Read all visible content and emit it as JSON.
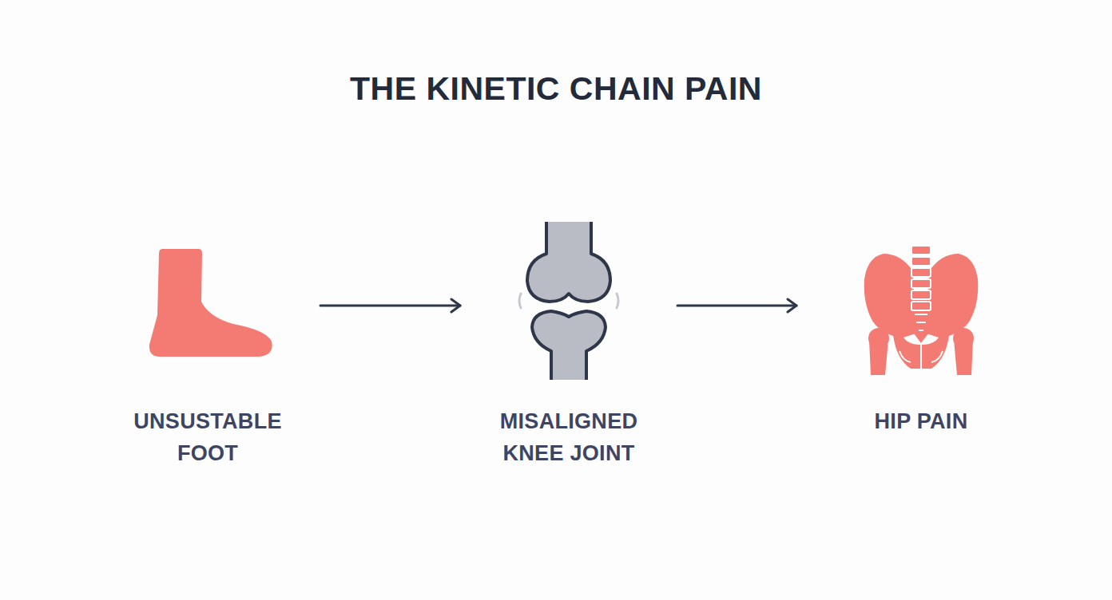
{
  "diagram": {
    "title": "THE KINETIC CHAIN PAIN",
    "nodes": [
      {
        "text": [
          "UNSUSTABLE FOOT"
        ]
      },
      {
        "text": [
          "MISALIGNED KNEE JOINT"
        ]
      },
      {
        "text": [
          "HIP PAIN"
        ]
      }
    ],
    "edges": [
      {
        "from": 0,
        "to": 1,
        "arrow": "to"
      },
      {
        "from": 1,
        "to": 2,
        "arrow": "to"
      }
    ]
  }
}
